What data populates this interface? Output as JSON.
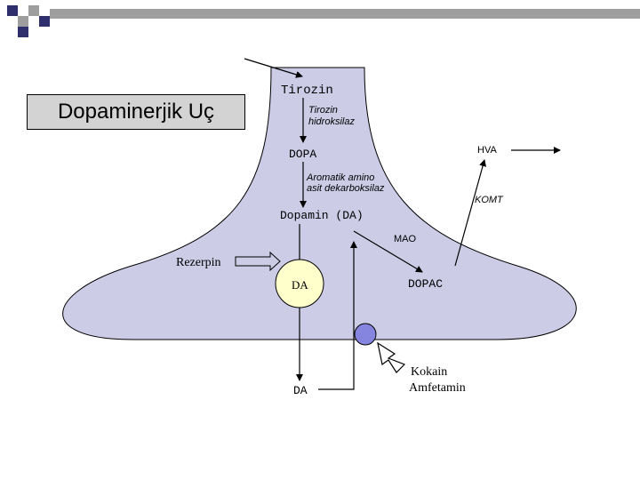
{
  "title": "Dopaminerjik Uç",
  "labels": {
    "tirozin": "Tirozin",
    "tirozin_hidroksilaz": [
      "Tirozin",
      "hidroksilaz"
    ],
    "dopa": "DOPA",
    "hva": "HVA",
    "aromatik": [
      "Aromatik amino",
      "asit dekarboksilaz"
    ],
    "komt": "KOMT",
    "dopamin": "Dopamin (DA)",
    "mao": "MAO",
    "rezerpin": "Rezerpin",
    "da_vesicle": "DA",
    "dopac": "DOPAC",
    "da_synapse": "DA",
    "kokain": "Kokain",
    "amfetamin": "Amfetamin"
  },
  "colors": {
    "terminal_fill": "#cccce6",
    "vesicle_fill": "#ffffcc",
    "transporter_fill": "#8585e0",
    "rezerpin_arrow_fill": "#cccce6",
    "deco_gray": "#9e9e9e",
    "deco_blue": "#2f2f6e"
  }
}
